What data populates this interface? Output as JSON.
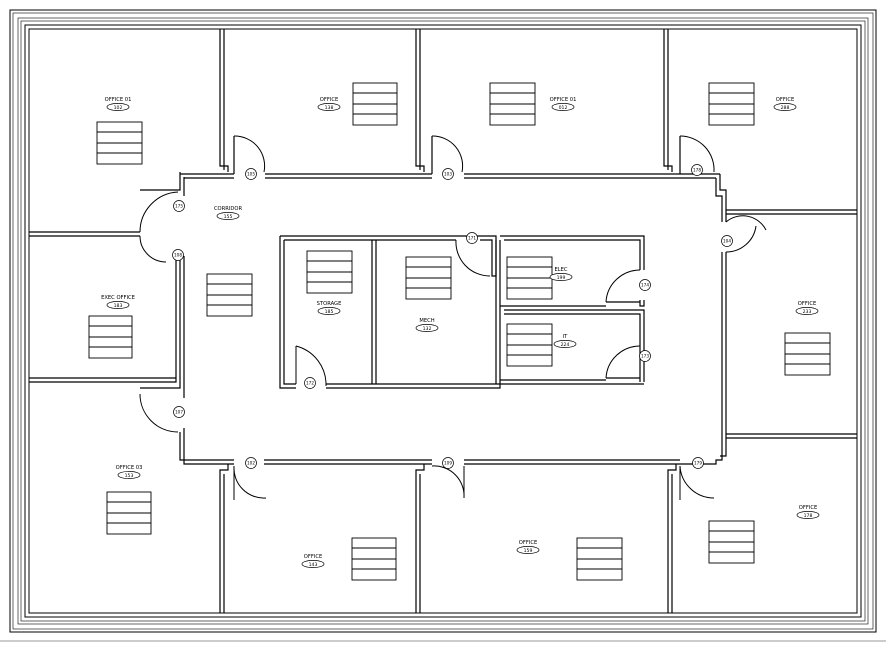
{
  "plan": {
    "rooms": [
      {
        "name": "OFFICE 01",
        "number": "102"
      },
      {
        "name": "OFFICE",
        "number": "138"
      },
      {
        "name": "OFFICE 01",
        "number": "012"
      },
      {
        "name": "OFFICE",
        "number": "288"
      },
      {
        "name": "CORRIDOR",
        "number": "155"
      },
      {
        "name": "EXEC OFFICE",
        "number": "183"
      },
      {
        "name": "STORAGE",
        "number": "185"
      },
      {
        "name": "MECH",
        "number": "132"
      },
      {
        "name": "ELEC",
        "number": "199"
      },
      {
        "name": "IT",
        "number": "224"
      },
      {
        "name": "OFFICE",
        "number": "233"
      },
      {
        "name": "OFFICE 03",
        "number": "153"
      },
      {
        "name": "OFFICE",
        "number": "143"
      },
      {
        "name": "OFFICE",
        "number": "159"
      },
      {
        "name": "OFFICE",
        "number": "178"
      }
    ],
    "doors": [
      "105",
      "103",
      "178",
      "175",
      "108",
      "171",
      "104",
      "174",
      "173",
      "172",
      "107",
      "102",
      "109",
      "179"
    ]
  }
}
